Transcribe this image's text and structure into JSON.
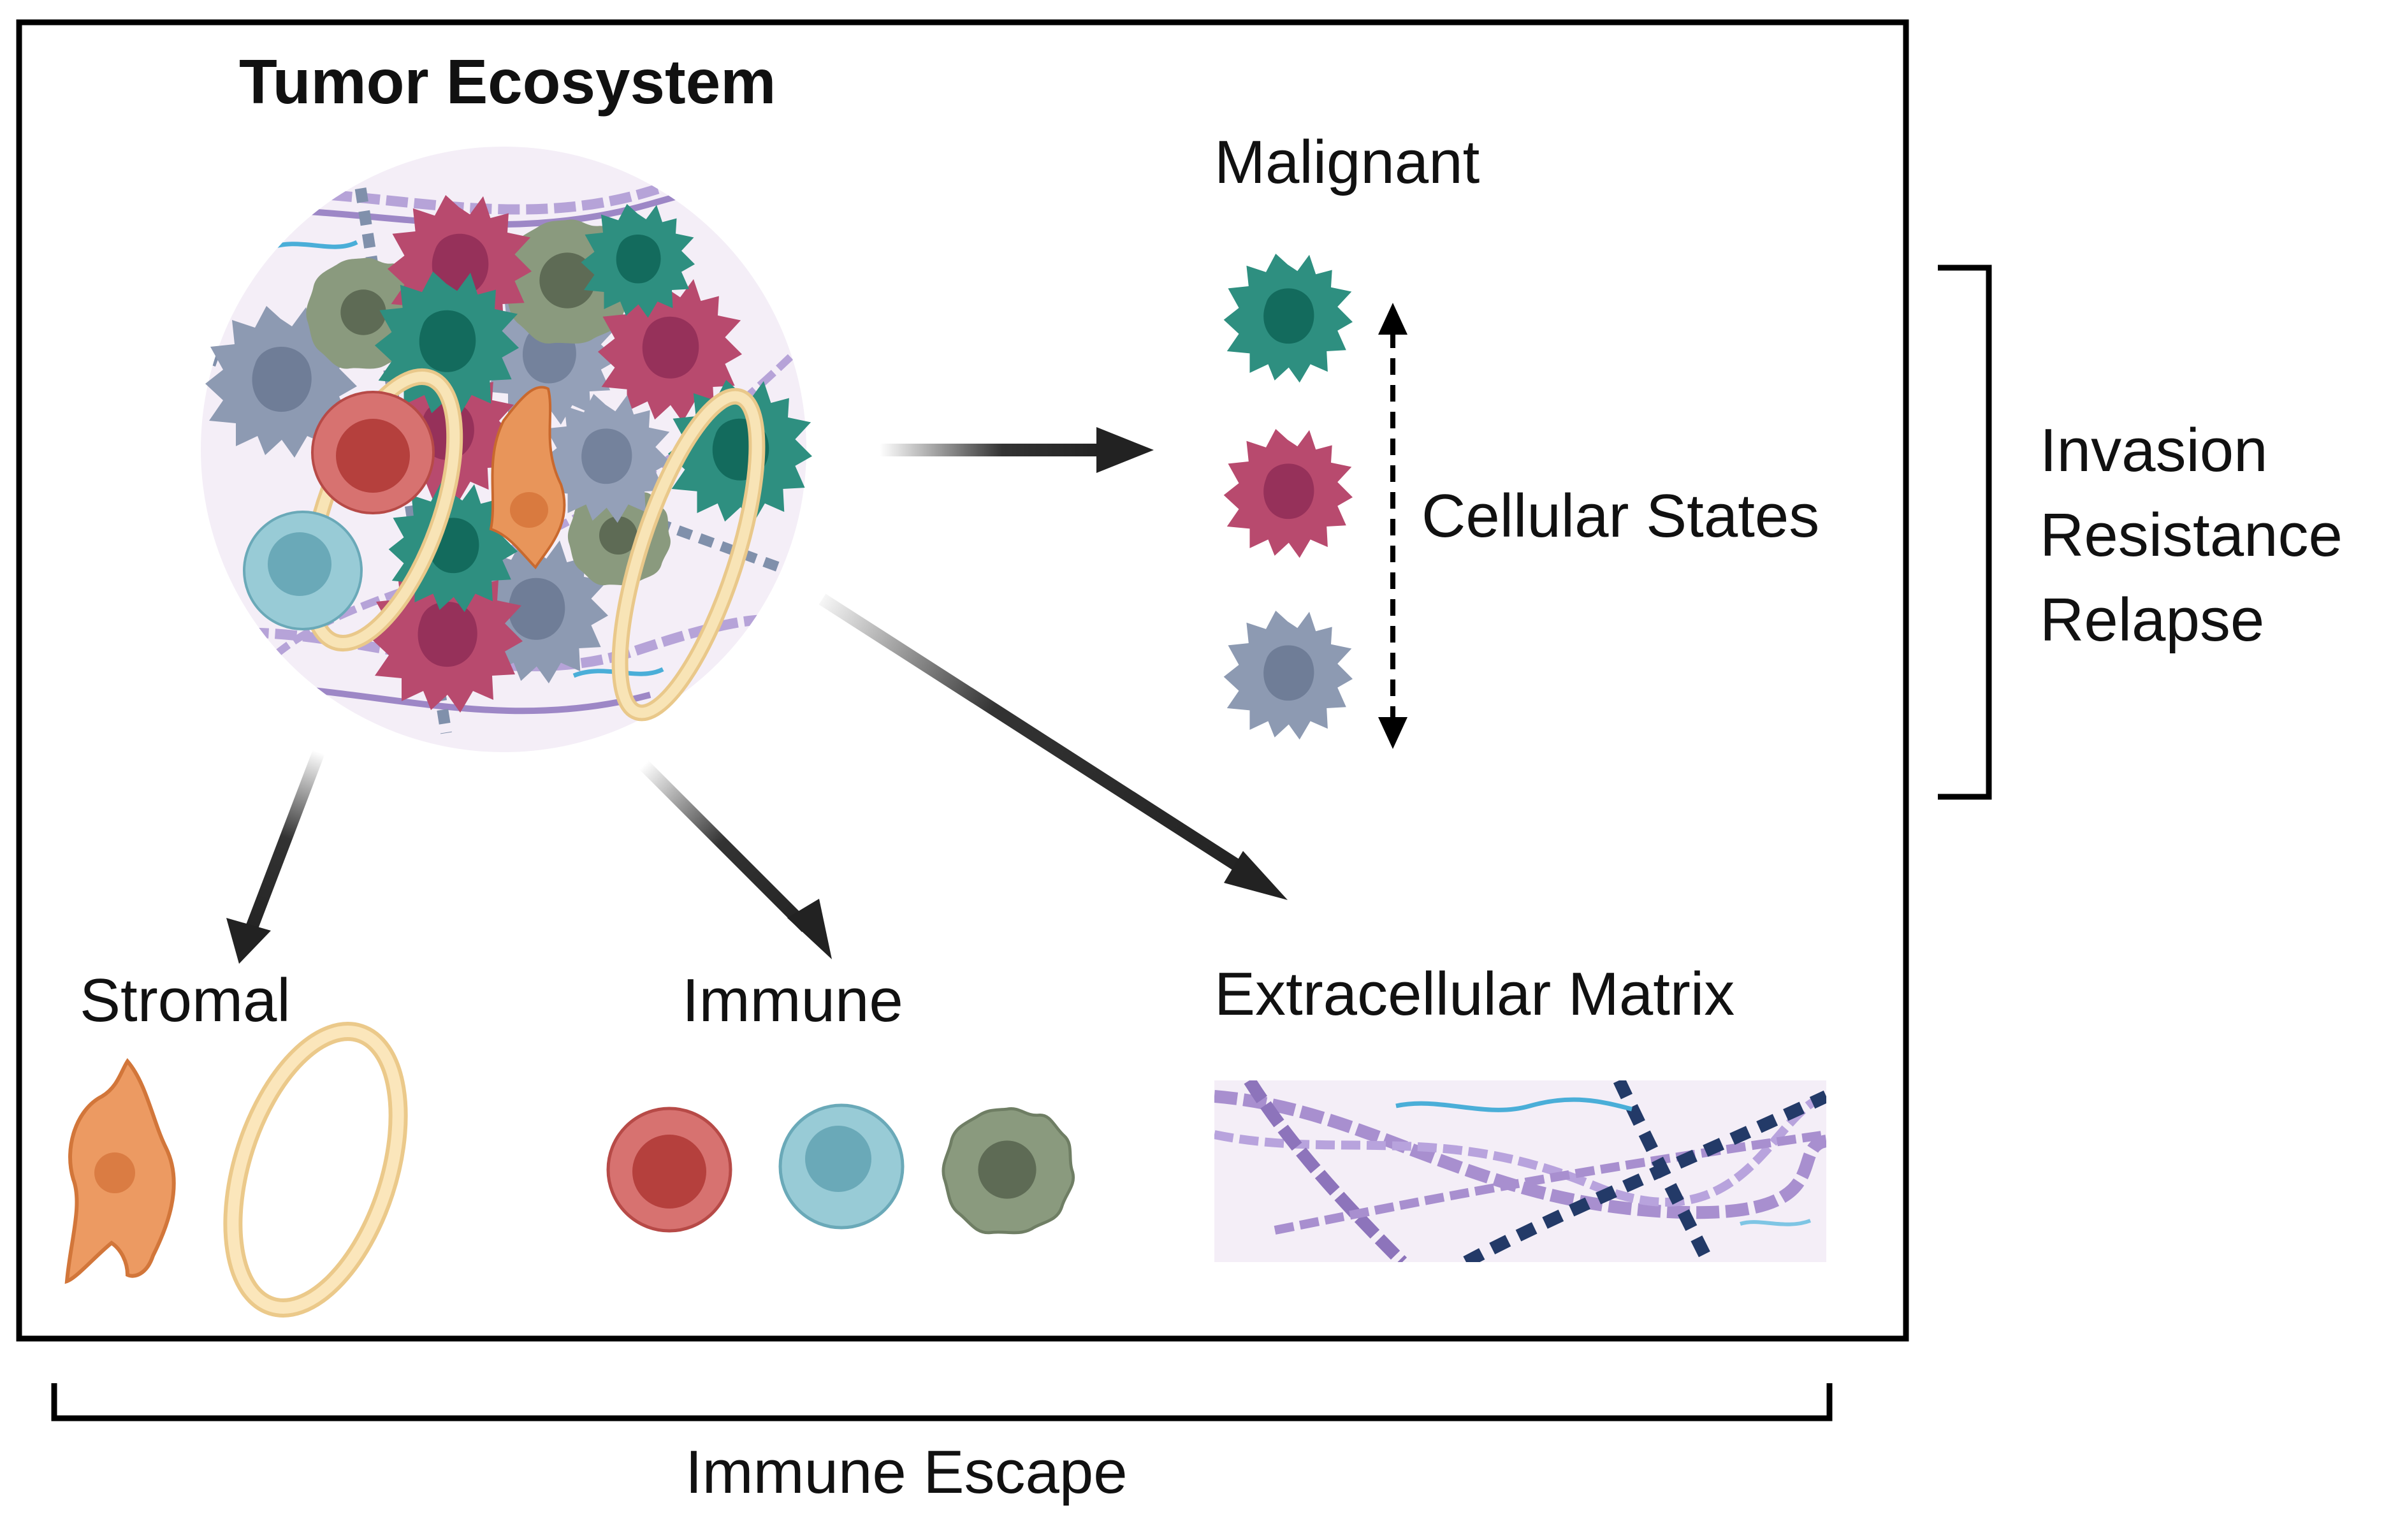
{
  "title": "Tumor Ecosystem",
  "labels": {
    "malignant": "Malignant",
    "cellular_states": "Cellular States",
    "stromal": "Stromal",
    "immune": "Immune",
    "ecm": "Extracellular Matrix",
    "immune_escape": "Immune Escape"
  },
  "outcomes": [
    "Invasion",
    "Resistance",
    "Relapse"
  ],
  "colors": {
    "teal_cell": "#2e8f80",
    "magenta_cell": "#b84a6e",
    "gray_cell": "#8d9ab2",
    "red_cell": "#c9534f",
    "blue_cell": "#8ec6d2",
    "olive_cell": "#8a9a7e",
    "fibroblast": "#e8955a",
    "endothelial": "#f6d9a0",
    "collagen": "#a88fcf",
    "matrix_dark": "#233a68",
    "fibronectin": "#4aaed8"
  }
}
